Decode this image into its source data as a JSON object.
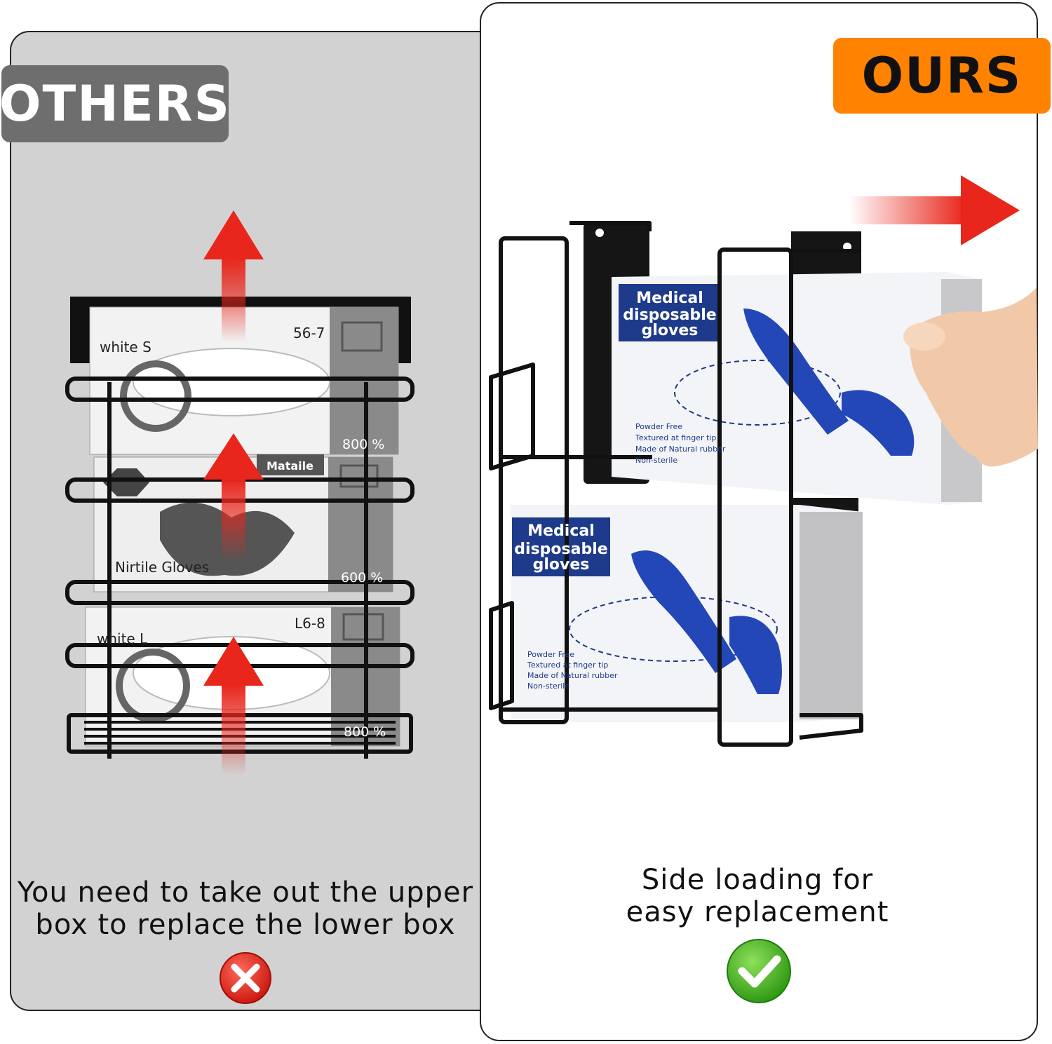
{
  "others": {
    "badge": "OTHERS",
    "caption_line1": "You need to take out the upper",
    "caption_line2": "box to replace the lower box",
    "status_icon": "cross-icon",
    "boxes": [
      {
        "brand": "white S",
        "size": "56-7",
        "count": "800 %"
      },
      {
        "brand": "Nirtile Gloves",
        "tag": "Mataile",
        "count": "600 %"
      },
      {
        "brand": "white L",
        "size": "L6-8",
        "count": "800 %"
      }
    ]
  },
  "ours": {
    "badge": "OURS",
    "caption_line1": "Side loading for",
    "caption_line2": "easy replacement",
    "status_icon": "check-icon",
    "box_title_1": "Medical",
    "box_title_2": "disposable",
    "box_title_3": "gloves",
    "features": [
      "Powder Free",
      "Textured at finger tip",
      "Made of Natural rubber",
      "Non-sterile"
    ]
  },
  "colors": {
    "others_bg": "#d2d2d2",
    "others_badge": "#6e6e6e",
    "ours_badge": "#ff8200",
    "arrow": "#e8261c",
    "cross": "#e8261c",
    "check": "#3db01e",
    "box_label_blue": "#1e3a8a"
  }
}
